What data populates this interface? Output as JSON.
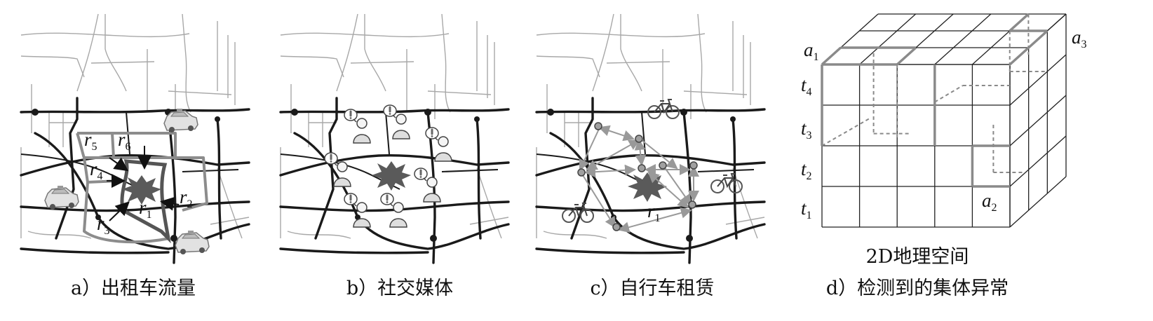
{
  "panels": {
    "a": {
      "caption": "a）出租车流量",
      "labels": [
        {
          "id": "r1",
          "main": "r",
          "sub": "1"
        },
        {
          "id": "r2",
          "main": "r",
          "sub": "2"
        },
        {
          "id": "r3",
          "main": "r",
          "sub": "3"
        },
        {
          "id": "r4",
          "main": "r",
          "sub": "4"
        },
        {
          "id": "r5",
          "main": "r",
          "sub": "5"
        },
        {
          "id": "r6",
          "main": "r",
          "sub": "6"
        }
      ],
      "icon": "taxi-icon"
    },
    "b": {
      "caption": "b）社交媒体",
      "icon": "person-with-speech-bubble-icon"
    },
    "c": {
      "caption": "c）自行车租赁",
      "labels": [
        {
          "id": "r1",
          "main": "r",
          "sub": "1"
        }
      ],
      "icon": "bicycle-icon"
    },
    "d": {
      "caption": "d）检测到的集体异常",
      "space_label": "2D地理空间",
      "time_labels": [
        {
          "id": "t1",
          "main": "t",
          "sub": "1"
        },
        {
          "id": "t2",
          "main": "t",
          "sub": "2"
        },
        {
          "id": "t3",
          "main": "t",
          "sub": "3"
        },
        {
          "id": "t4",
          "main": "t",
          "sub": "4"
        }
      ],
      "anomaly_labels": [
        {
          "id": "a1",
          "main": "a",
          "sub": "1"
        },
        {
          "id": "a2",
          "main": "a",
          "sub": "2"
        },
        {
          "id": "a3",
          "main": "a",
          "sub": "3"
        }
      ]
    }
  },
  "colors": {
    "road": "#1a1a1a",
    "minor_road": "#9a9a9a",
    "region": "#8c8c8c",
    "anomaly": "#555555",
    "grid": "#222222",
    "highlight": "#8a8a8a"
  }
}
